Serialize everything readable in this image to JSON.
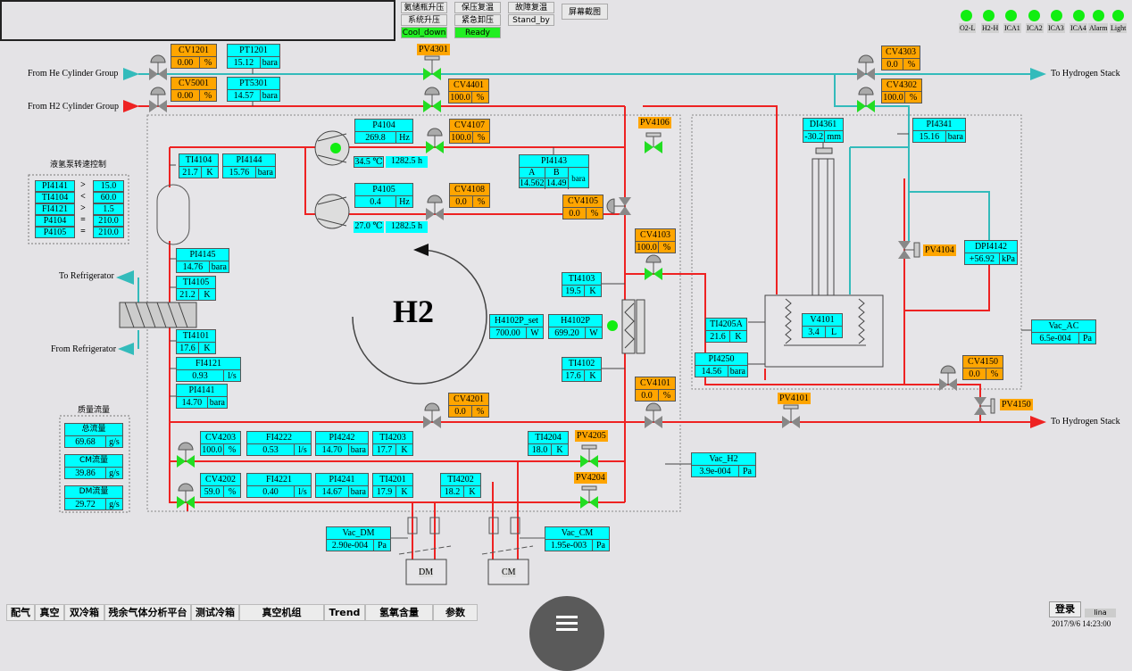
{
  "header": {
    "buttons": [
      {
        "label": "氦储瓶升压",
        "state": "normal"
      },
      {
        "label": "保压复温",
        "state": "normal"
      },
      {
        "label": "故障复温",
        "state": "normal"
      },
      {
        "label": "屏幕截图",
        "state": "normal"
      },
      {
        "label": "系统升压",
        "state": "normal"
      },
      {
        "label": "紧急卸压",
        "state": "normal"
      },
      {
        "label": "Stand_by",
        "state": "normal"
      },
      {
        "label": "Cool_down",
        "state": "active"
      },
      {
        "label": "Ready",
        "state": "active"
      }
    ],
    "indicators": [
      {
        "label": "O2-L",
        "color": "#11ee11"
      },
      {
        "label": "H2-H",
        "color": "#11ee11"
      },
      {
        "label": "ICA1",
        "color": "#11ee11"
      },
      {
        "label": "ICA2",
        "color": "#11ee11"
      },
      {
        "label": "ICA3",
        "color": "#11ee11"
      },
      {
        "label": "ICA4",
        "color": "#11ee11"
      },
      {
        "label": "Alarm",
        "color": "#11ee11"
      },
      {
        "label": "Light",
        "color": "#11ee11"
      }
    ]
  },
  "flow_labels": {
    "he_in": "From He Cylinder Group",
    "h2_in": "From H2 Cylinder Group",
    "to_stack_top": "To Hydrogen Stack",
    "to_stack_bottom": "To Hydrogen Stack",
    "to_refrigerator": "To Refrigerator",
    "from_refrigerator": "From Refrigerator",
    "medium": "H2"
  },
  "valves": {
    "CV1201": {
      "name": "CV1201",
      "value": "0.00",
      "unit": "%"
    },
    "CV5001": {
      "name": "CV5001",
      "value": "0.00",
      "unit": "%"
    },
    "CV4401": {
      "name": "CV4401",
      "value": "100.0",
      "unit": "%"
    },
    "CV4303": {
      "name": "CV4303",
      "value": "0.0",
      "unit": "%"
    },
    "CV4302": {
      "name": "CV4302",
      "value": "100.0",
      "unit": "%"
    },
    "CV4107": {
      "name": "CV4107",
      "value": "100.0",
      "unit": "%"
    },
    "CV4108": {
      "name": "CV4108",
      "value": "0.0",
      "unit": "%"
    },
    "CV4105": {
      "name": "CV4105",
      "value": "0.0",
      "unit": "%"
    },
    "CV4103": {
      "name": "CV4103",
      "value": "100.0",
      "unit": "%"
    },
    "CV4101": {
      "name": "CV4101",
      "value": "0.0",
      "unit": "%"
    },
    "CV4201": {
      "name": "CV4201",
      "value": "0.0",
      "unit": "%"
    },
    "CV4150": {
      "name": "CV4150",
      "value": "0.0",
      "unit": "%"
    },
    "CV4203": {
      "name": "CV4203",
      "value": "100.0",
      "unit": "%"
    },
    "CV4202": {
      "name": "CV4202",
      "value": "59.0",
      "unit": "%"
    }
  },
  "pv_labels": {
    "PV4301": "PV4301",
    "PV4106": "PV4106",
    "PV4104": "PV4104",
    "PV4101": "PV4101",
    "PV4150": "PV4150",
    "PV4205": "PV4205",
    "PV4204": "PV4204"
  },
  "sensors": {
    "PT1201": {
      "name": "PT1201",
      "value": "15.12",
      "unit": "bara"
    },
    "PT5301": {
      "name": "PT5301",
      "value": "14.57",
      "unit": "bara"
    },
    "TI4104": {
      "name": "TI4104",
      "value": "21.7",
      "unit": "K"
    },
    "PI4144": {
      "name": "PI4144",
      "value": "15.76",
      "unit": "bara"
    },
    "P4104": {
      "name": "P4104",
      "value": "269.8",
      "unit": "Hz"
    },
    "P4105": {
      "name": "P4105",
      "value": "0.4",
      "unit": "Hz"
    },
    "PI4145": {
      "name": "PI4145",
      "value": "14.76",
      "unit": "bara"
    },
    "TI4105": {
      "name": "TI4105",
      "value": "21.2",
      "unit": "K"
    },
    "TI4101": {
      "name": "TI4101",
      "value": "17.6",
      "unit": "K"
    },
    "FI4121": {
      "name": "FI4121",
      "value": "0.93",
      "unit": "l/s"
    },
    "PI4141": {
      "name": "PI4141",
      "value": "14.70",
      "unit": "bara"
    },
    "TI4103": {
      "name": "TI4103",
      "value": "19.5",
      "unit": "K"
    },
    "TI4102": {
      "name": "TI4102",
      "value": "17.6",
      "unit": "K"
    },
    "H4102P_set": {
      "name": "H4102P_set",
      "value": "700.00",
      "unit": "W"
    },
    "H4102P": {
      "name": "H4102P",
      "value": "699.20",
      "unit": "W"
    },
    "DI4361": {
      "name": "DI4361",
      "value": "-30.2",
      "unit": "mm"
    },
    "PI4341": {
      "name": "PI4341",
      "value": "15.16",
      "unit": "bara"
    },
    "DPI4142": {
      "name": "DPI4142",
      "value": "+56.92",
      "unit": "kPa"
    },
    "TI4205A": {
      "name": "TI4205A",
      "value": "21.6",
      "unit": "K"
    },
    "V4101": {
      "name": "V4101",
      "value": "3.4",
      "unit": "L"
    },
    "PI4250": {
      "name": "PI4250",
      "value": "14.56",
      "unit": "bara"
    },
    "Vac_AC": {
      "name": "Vac_AC",
      "value": "6.5e-004",
      "unit": "Pa"
    },
    "Vac_H2": {
      "name": "Vac_H2",
      "value": "3.9e-004",
      "unit": "Pa"
    },
    "FI4222": {
      "name": "FI4222",
      "value": "0.53",
      "unit": "l/s"
    },
    "PI4242": {
      "name": "PI4242",
      "value": "14.70",
      "unit": "bara"
    },
    "TI4203": {
      "name": "TI4203",
      "value": "17.7",
      "unit": "K"
    },
    "FI4221": {
      "name": "FI4221",
      "value": "0.40",
      "unit": "l/s"
    },
    "PI4241": {
      "name": "PI4241",
      "value": "14.67",
      "unit": "bara"
    },
    "TI4201": {
      "name": "TI4201",
      "value": "17.9",
      "unit": "K"
    },
    "TI4202": {
      "name": "TI4202",
      "value": "18.2",
      "unit": "K"
    },
    "TI4204": {
      "name": "TI4204",
      "value": "18.0",
      "unit": "K"
    },
    "Vac_DM": {
      "name": "Vac_DM",
      "value": "2.90e-004",
      "unit": "Pa"
    },
    "Vac_CM": {
      "name": "Vac_CM",
      "value": "1.95e-003",
      "unit": "Pa"
    }
  },
  "pi4143": {
    "name": "PI4143",
    "a_label": "A",
    "b_label": "B",
    "a_value": "14.562",
    "b_value": "14.49",
    "unit": "bara"
  },
  "pumps": {
    "p4104": {
      "temp": "34.5",
      "temp_unit": "℃",
      "hours": "1282.5",
      "hours_unit": "h"
    },
    "p4105": {
      "temp": "27.0",
      "temp_unit": "℃",
      "hours": "1282.5",
      "hours_unit": "h"
    }
  },
  "speed_control": {
    "title": "液氢泵转速控制",
    "rows": [
      {
        "tag": "PI4141",
        "op": ">",
        "value": "15.0"
      },
      {
        "tag": "TI4104",
        "op": "<",
        "value": "60.0"
      },
      {
        "tag": "FI4121",
        "op": ">",
        "value": "1.5"
      },
      {
        "tag": "P4104",
        "op": "=",
        "value": "210.0"
      },
      {
        "tag": "P4105",
        "op": "=",
        "value": "210.0"
      }
    ]
  },
  "mass_flow": {
    "title": "质量流量",
    "items": [
      {
        "label": "总流量",
        "value": "69.68",
        "unit": "g/s"
      },
      {
        "label": "CM流量",
        "value": "39.86",
        "unit": "g/s"
      },
      {
        "label": "DM流量",
        "value": "29.72",
        "unit": "g/s"
      }
    ]
  },
  "modules": {
    "dm": "DM",
    "cm": "CM"
  },
  "nav": {
    "tabs": [
      "配气",
      "真空",
      "双冷箱",
      "残余气体分析平台",
      "测试冷箱",
      "真空机组",
      "Trend",
      "氢氧含量",
      "参数"
    ]
  },
  "footer": {
    "login_label": "登录",
    "user": "lina",
    "datetime": "2017/9/6 14:23:00"
  },
  "colors": {
    "h2_line": "#ee2222",
    "he_line": "#33bbbb",
    "tag_cyan": "#00ffff",
    "tag_orange": "#ffa500",
    "valve_open": "#22dd22",
    "valve_closed": "#888888"
  }
}
